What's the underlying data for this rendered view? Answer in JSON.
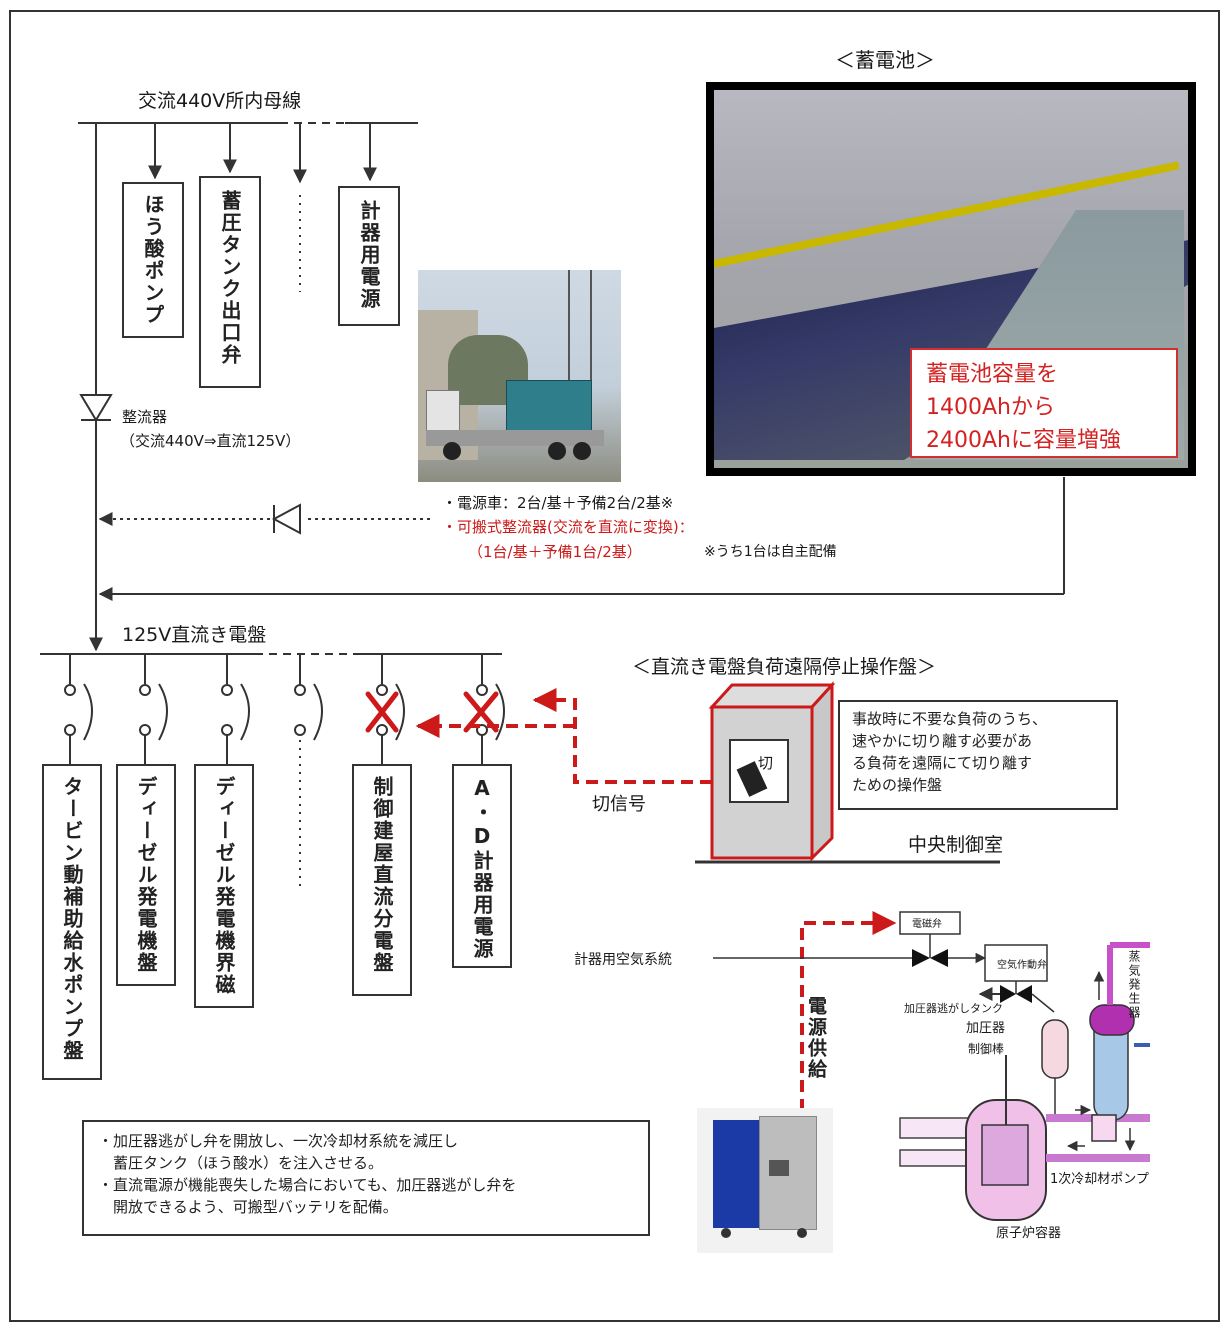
{
  "ac_bus": {
    "title": "交流440V所内母線",
    "loads": [
      "ほう酸ポンプ",
      "蓄圧タンク出口弁",
      "計器用電源"
    ]
  },
  "rectifier": {
    "label": "整流器",
    "spec": "（交流440V⇒直流125V）"
  },
  "battery": {
    "title": "＜蓄電池＞",
    "note_lines": [
      "蓄電池容量を",
      "1400Ahから",
      "2400Ahに容量増強"
    ]
  },
  "mobile": {
    "line1": "・電源車：2台/基＋予備2台/2基※",
    "line2": "・可搬式整流器(交流を直流に変換)：",
    "line3": "（1台/基＋予備1台/2基）",
    "line3_note": "※うち1台は自主配備"
  },
  "dc_bus": {
    "title": "125V直流き電盤",
    "loads": [
      "タービン動補助給水ポンプ盤",
      "ディーゼル発電機盤",
      "ディーゼル発電機界磁",
      "制御建屋直流分電盤",
      "A・D計器用電源"
    ]
  },
  "remote_panel": {
    "title": "＜直流き電盤負荷遠隔停止操作盤＞",
    "switch_label": "切",
    "signal_label": "切信号",
    "desc_lines": [
      "事故時に不要な負荷のうち、",
      "速やかに切り離す必要があ",
      "る負荷を遠隔にて切り離す",
      "ための操作盤"
    ],
    "room": "中央制御室"
  },
  "bottom_note": {
    "lines": [
      "・加圧器逃がし弁を開放し、一次冷却材系統を減圧し",
      "　蓄圧タンク（ほう酸水）を注入させる。",
      "・直流電源が機能喪失した場合においても、加圧器逃がし弁を",
      "　開放できるよう、可搬型バッテリを配備。"
    ]
  },
  "pwr": {
    "air_system": "計器用空気系統",
    "power_supply": "電源供給",
    "solenoid": "電磁弁",
    "air_op": "空気作動弁",
    "relief_tank": "加圧器逃がしタンク",
    "pressurizer": "加圧器",
    "ctrl_rod": "制御棒",
    "steam_gen": "蒸気発生器",
    "pump": "1次冷却材ポンプ",
    "reactor": "原子炉容器"
  },
  "colors": {
    "accent_red": "#cc1a1a",
    "battery_text": "#d42222",
    "line": "#333333"
  }
}
